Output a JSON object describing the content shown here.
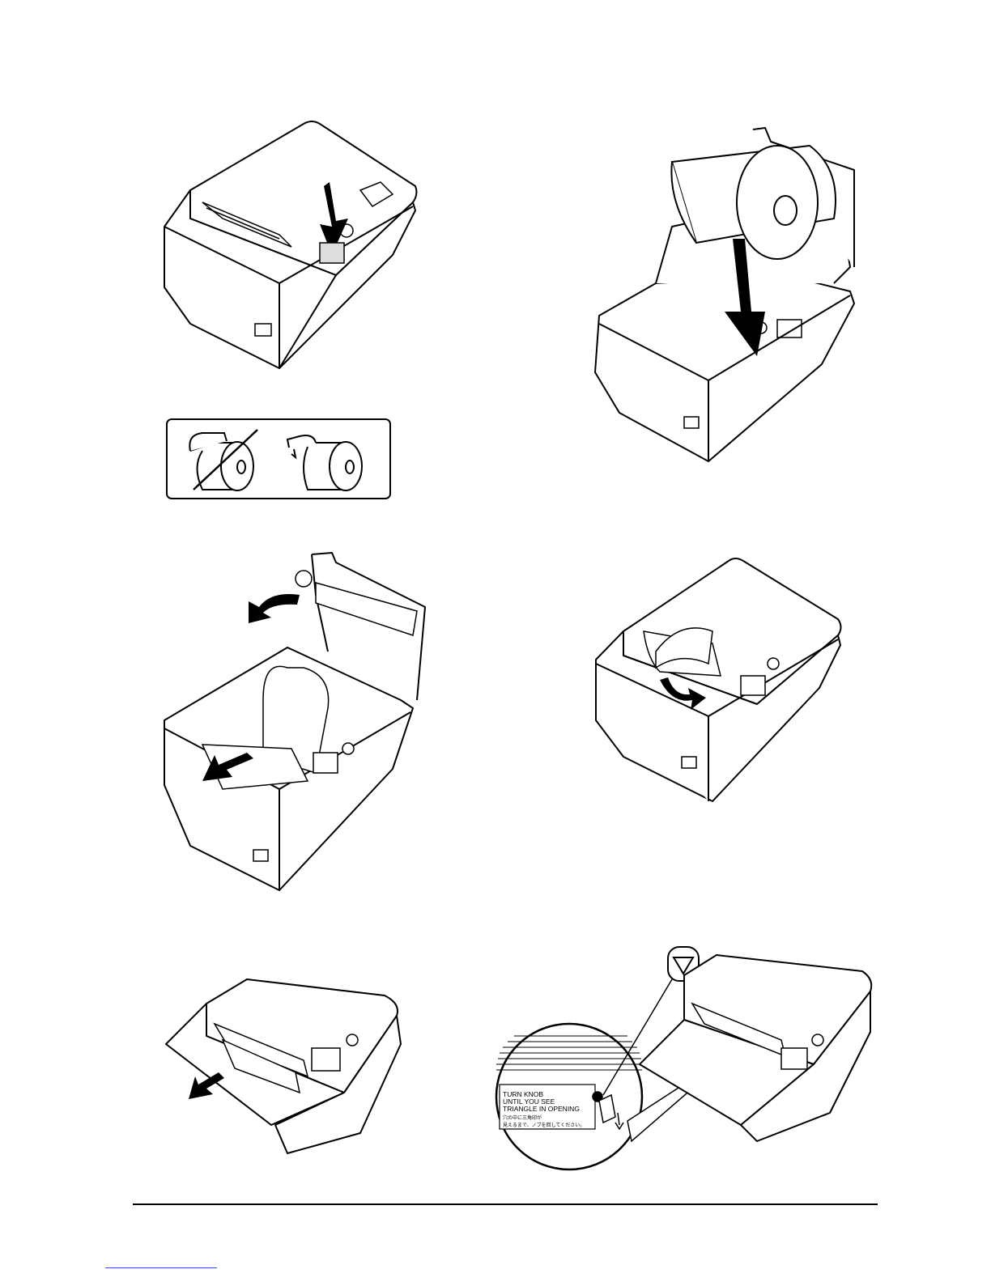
{
  "page": {
    "figures": [
      {
        "id": "step-1",
        "name": "printer-cover-open-button"
      },
      {
        "id": "step-2",
        "name": "paper-roll-insertion"
      },
      {
        "id": "step-3",
        "name": "paper-roll-orientation"
      },
      {
        "id": "step-4",
        "name": "paper-feed-out"
      },
      {
        "id": "step-5",
        "name": "cover-close-tear-paper"
      },
      {
        "id": "step-6",
        "name": "cutter-cover-open"
      },
      {
        "id": "step-7",
        "name": "cutter-knob-detail"
      }
    ]
  },
  "knob_label": {
    "line1": "TURN KNOB",
    "line2": "UNTIL YOU SEE",
    "line3": "TRIANGLE IN OPENING",
    "line4": "穴の中に三角印が",
    "line5": "見えるまで、ノブを回してください。"
  },
  "colors": {
    "ink": "#000000",
    "paper": "#ffffff",
    "link": "#3355cc"
  }
}
